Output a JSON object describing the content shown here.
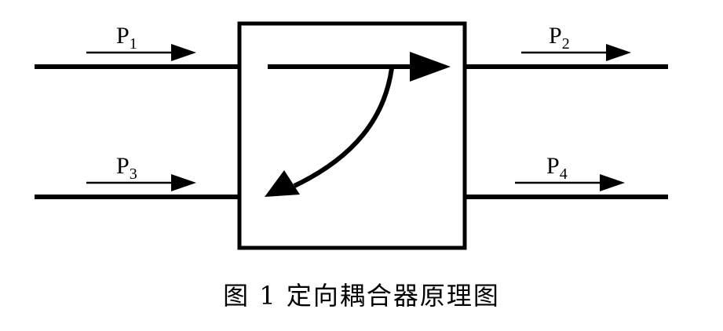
{
  "ports": [
    {
      "id": "p1",
      "main": "P",
      "sub": "1"
    },
    {
      "id": "p2",
      "main": "P",
      "sub": "2"
    },
    {
      "id": "p3",
      "main": "P",
      "sub": "3"
    },
    {
      "id": "p4",
      "main": "P",
      "sub": "4"
    }
  ],
  "caption": "图 1  定向耦合器原理图",
  "colors": {
    "line": "#000000",
    "background": "#ffffff"
  }
}
